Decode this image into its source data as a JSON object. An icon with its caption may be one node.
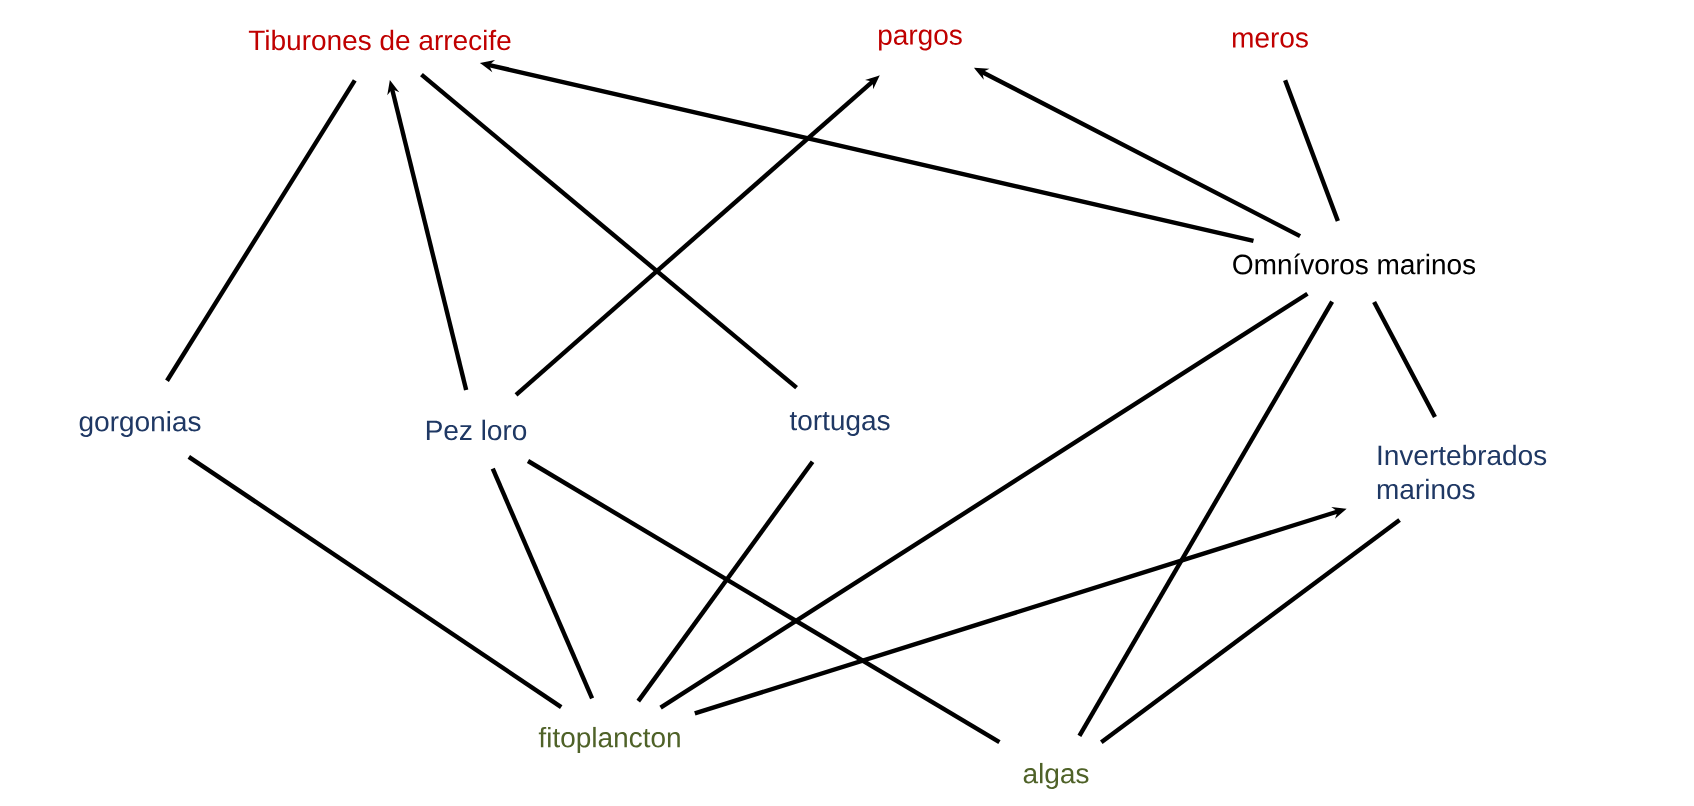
{
  "diagram": {
    "nodes": [
      {
        "text": [
          "Tiburones de arrecife"
        ]
      },
      {
        "text": [
          "pargos"
        ]
      },
      {
        "text": [
          "meros"
        ]
      },
      {
        "text": [
          "Omnívoros marinos"
        ]
      },
      {
        "text": [
          "gorgonias"
        ]
      },
      {
        "text": [
          "Pez loro"
        ]
      },
      {
        "text": [
          "tortugas"
        ]
      },
      {
        "text": [
          "Invertebrados marinos"
        ]
      },
      {
        "text": [
          "fitoplancton"
        ]
      },
      {
        "text": [
          "algas"
        ]
      }
    ],
    "edges": [
      {
        "from": 4,
        "to": 0,
        "arrow": "none"
      },
      {
        "from": 5,
        "to": 0,
        "arrow": "to"
      },
      {
        "from": 6,
        "to": 0,
        "arrow": "none"
      },
      {
        "from": 5,
        "to": 1,
        "arrow": "to"
      },
      {
        "from": 3,
        "to": 0,
        "arrow": "to"
      },
      {
        "from": 3,
        "to": 1,
        "arrow": "to"
      },
      {
        "from": 2,
        "to": 3,
        "arrow": "none"
      },
      {
        "from": 4,
        "to": 8,
        "arrow": "none"
      },
      {
        "from": 5,
        "to": 8,
        "arrow": "none"
      },
      {
        "from": 5,
        "to": 9,
        "arrow": "none"
      },
      {
        "from": 6,
        "to": 8,
        "arrow": "none"
      },
      {
        "from": 3,
        "to": 8,
        "arrow": "none"
      },
      {
        "from": 3,
        "to": 9,
        "arrow": "none"
      },
      {
        "from": 3,
        "to": 7,
        "arrow": "none"
      },
      {
        "from": 8,
        "to": 7,
        "arrow": "to"
      },
      {
        "from": 9,
        "to": 7,
        "arrow": "none"
      }
    ]
  }
}
